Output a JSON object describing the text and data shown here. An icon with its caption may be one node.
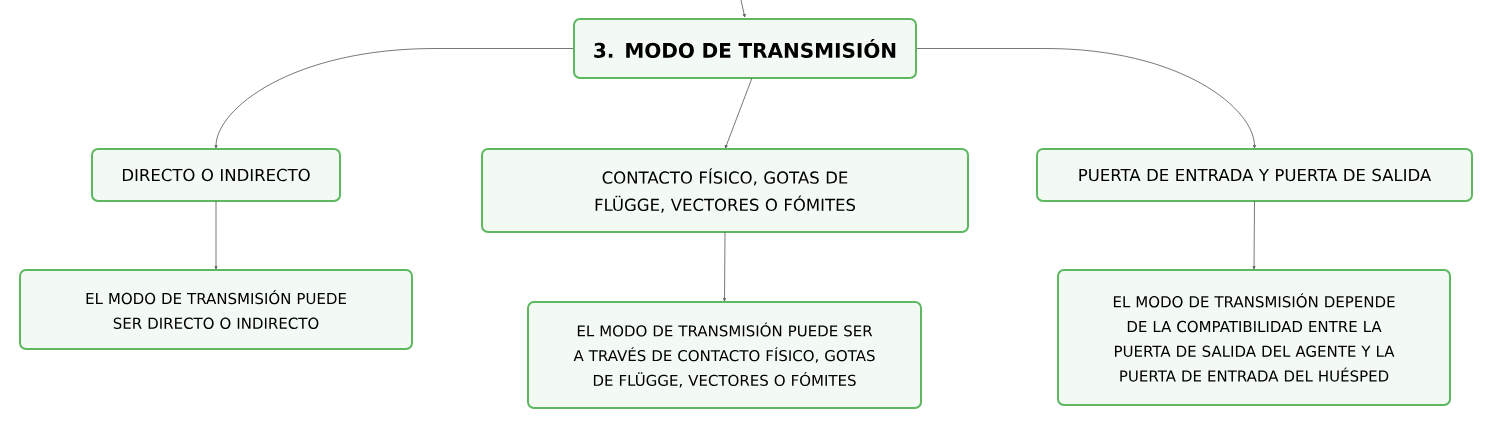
{
  "diagram": {
    "nodes": [
      {
        "text": [
          "3. MODO DE TRANSMISIÓN"
        ]
      },
      {
        "text": [
          "DIRECTO O INDIRECTO"
        ]
      },
      {
        "text": [
          "CONTACTO FÍSICO, GOTAS DE FLÜGGE, VECTORES O FÓMITES"
        ]
      },
      {
        "text": [
          "PUERTA DE ENTRADA Y PUERTA DE SALIDA"
        ]
      },
      {
        "text": [
          "EL MODO DE TRANSMISIÓN PUEDE SER DIRECTO O INDIRECTO"
        ]
      },
      {
        "text": [
          "EL MODO DE TRANSMISIÓN PUEDE SER A TRAVÉS DE CONTACTO FÍSICO, GOTAS DE FLÜGGE, VECTORES O FÓMITES"
        ]
      },
      {
        "text": [
          "EL MODO DE TRANSMISIÓN DEPENDE DE LA COMPATIBILIDAD ENTRE LA PUERTA DE SALIDA DEL AGENTE Y LA PUERTA DE ENTRADA DEL HUÉSPED"
        ]
      }
    ],
    "edges": [
      {
        "from": null,
        "to": 0,
        "arrow": "to"
      },
      {
        "from": 0,
        "to": 1,
        "arrow": "to"
      },
      {
        "from": 0,
        "to": 2,
        "arrow": "to"
      },
      {
        "from": 0,
        "to": 3,
        "arrow": "to"
      },
      {
        "from": 1,
        "to": 4,
        "arrow": "to"
      },
      {
        "from": 2,
        "to": 5,
        "arrow": "to"
      },
      {
        "from": 3,
        "to": 6,
        "arrow": "to"
      }
    ]
  }
}
